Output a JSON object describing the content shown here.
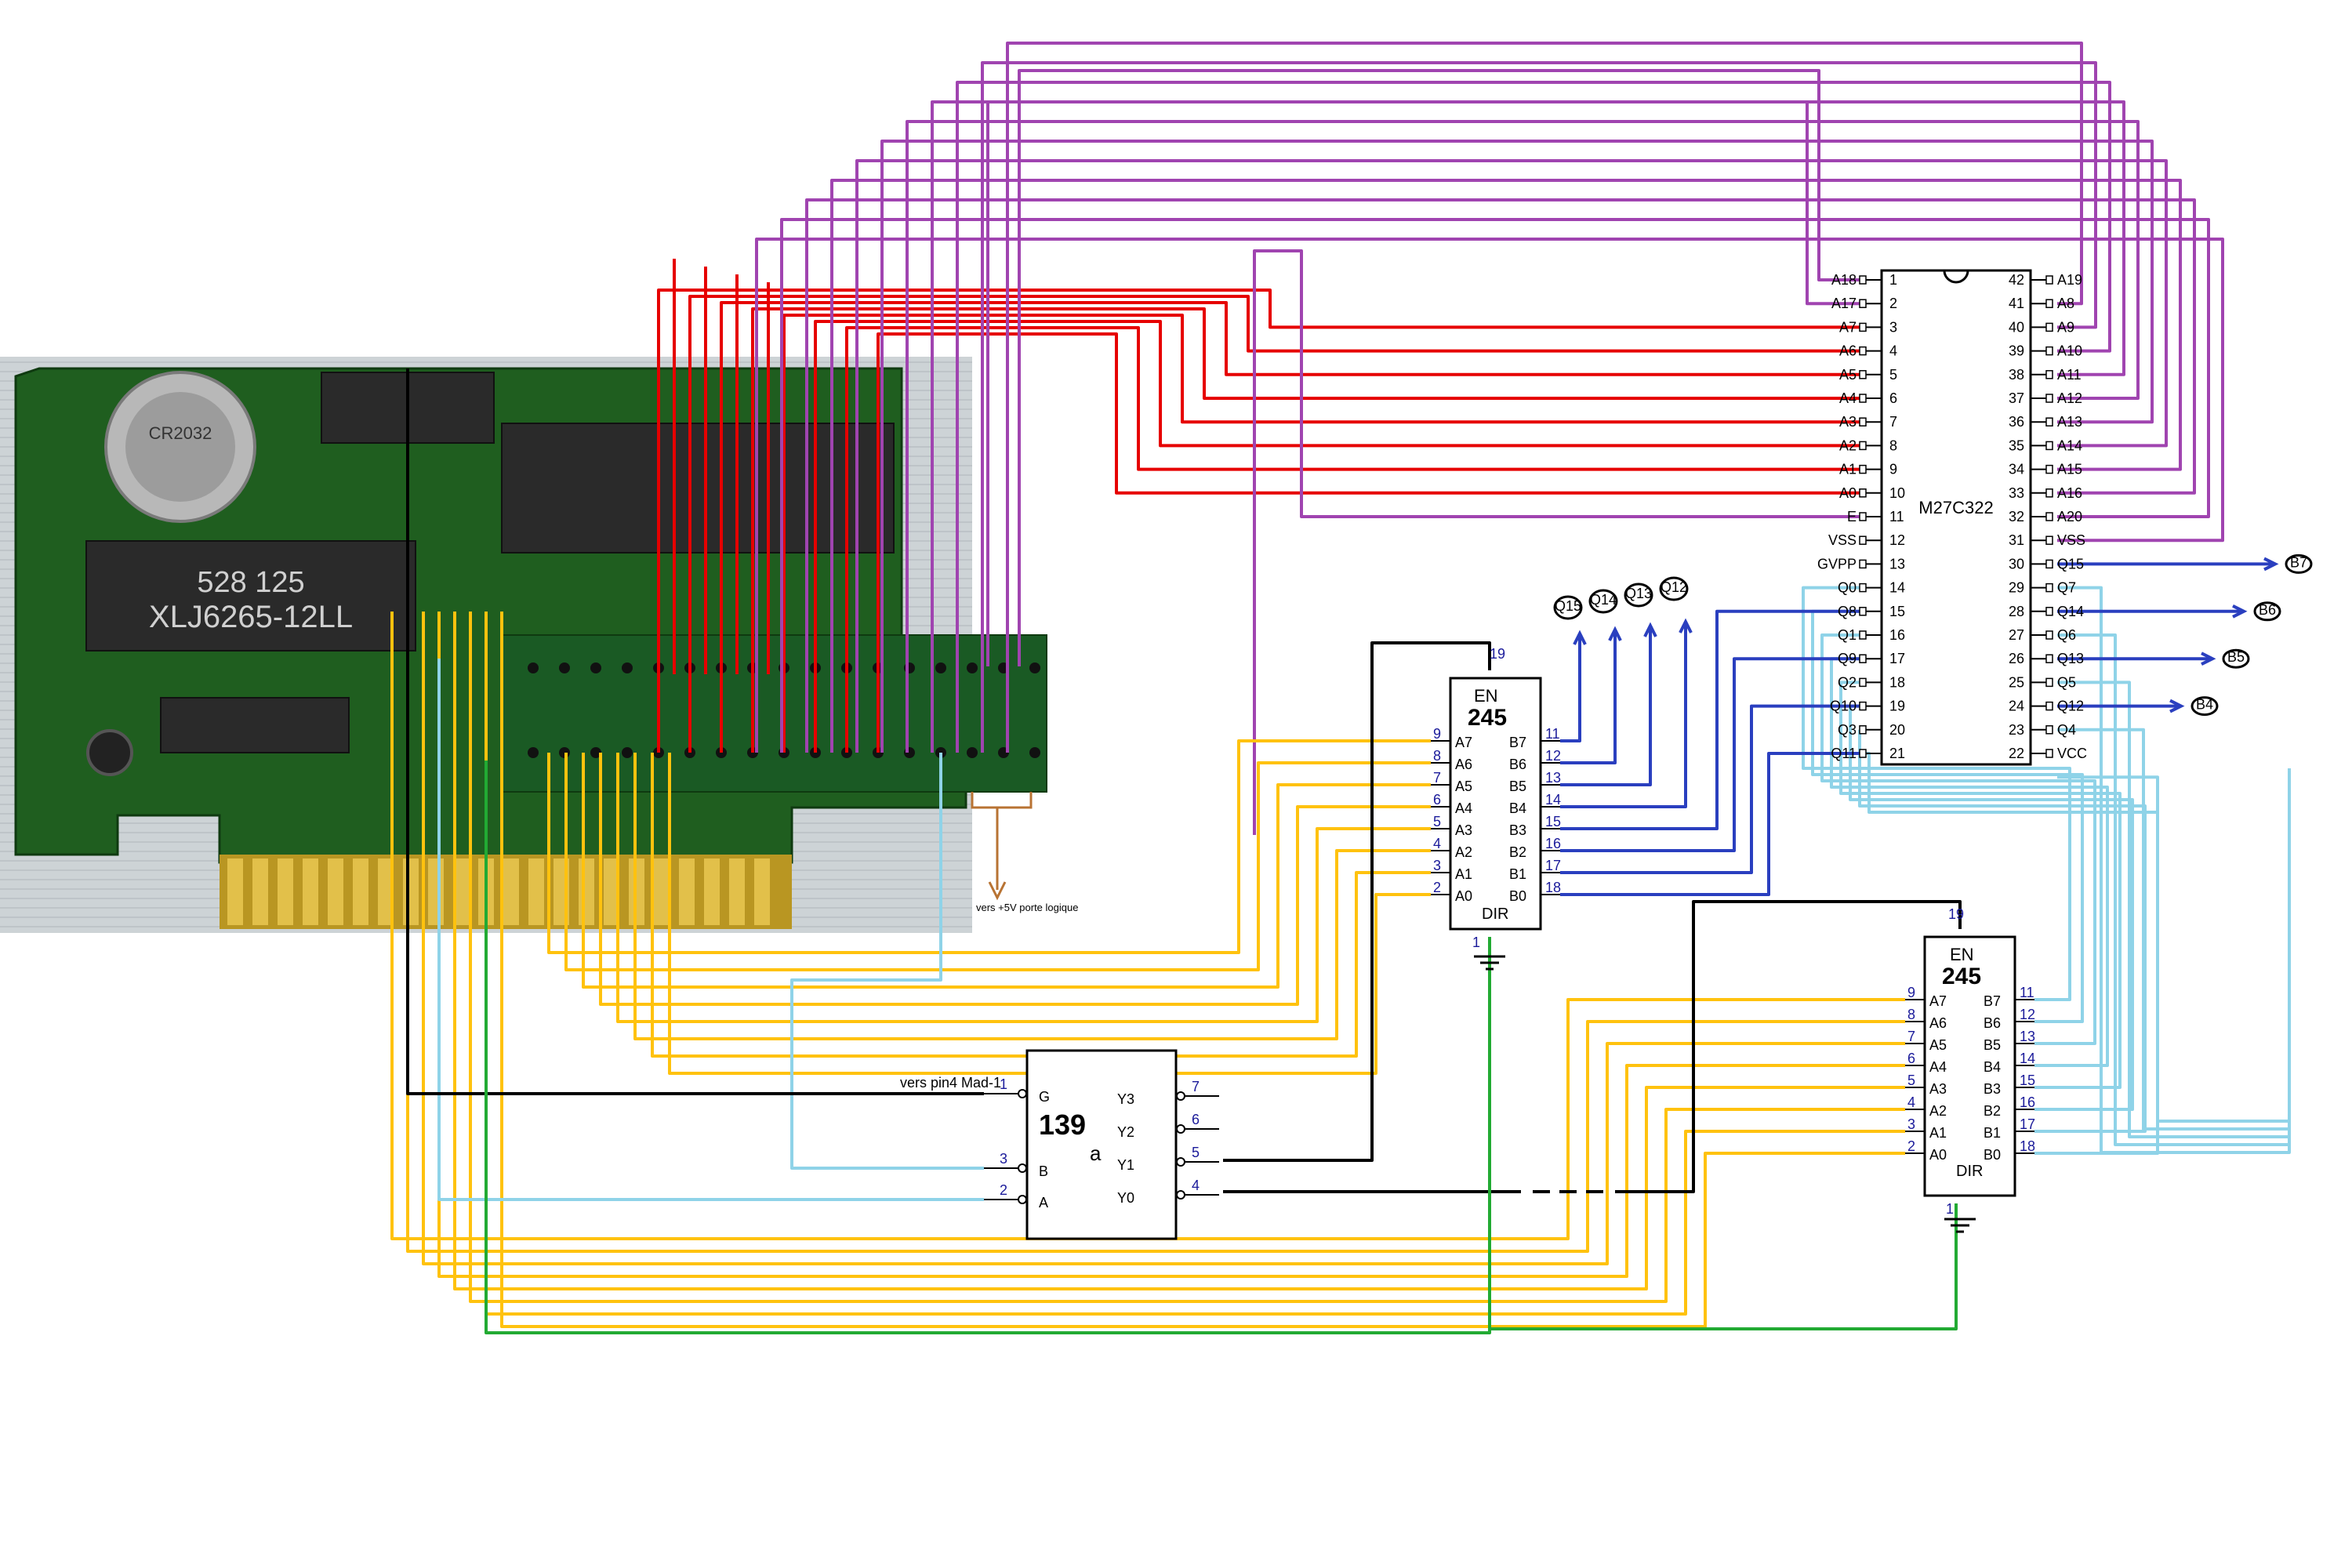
{
  "colors": {
    "address_wires": "#e60000",
    "rom_upper_wires": "#a044b0",
    "data_wires": "#ffc20e",
    "control_wires": "#8fd3e8",
    "output_wires": "#2a3fbf",
    "ground_wires": "#22aa33",
    "enable_wires": "#000000",
    "power_wire": "#b87333",
    "pcb_green": "#1f5e1f"
  },
  "cartridge": {
    "chip_marking_1": "XLJ6265-12LL",
    "chip_marking_2": "528 125",
    "battery_label": "CR2032",
    "power_note": "vers +5V porte logique"
  },
  "decoder": {
    "chip": "139",
    "suffix": "a",
    "pins_left": [
      {
        "name": "G",
        "num": "1",
        "note": "vers pin4 Mad-1"
      },
      {
        "name": "B",
        "num": "3"
      },
      {
        "name": "A",
        "num": "2"
      }
    ],
    "pins_right": [
      {
        "name": "Y3",
        "num": "7"
      },
      {
        "name": "Y2",
        "num": "6"
      },
      {
        "name": "Y1",
        "num": "5"
      },
      {
        "name": "Y0",
        "num": "4"
      }
    ]
  },
  "buffer_upper": {
    "chip": "245",
    "en_label": "EN",
    "en_pin": "19",
    "dir_label": "DIR",
    "dir_pin": "1",
    "a_pins": [
      [
        "A7",
        "9"
      ],
      [
        "A6",
        "8"
      ],
      [
        "A5",
        "7"
      ],
      [
        "A4",
        "6"
      ],
      [
        "A3",
        "5"
      ],
      [
        "A2",
        "4"
      ],
      [
        "A1",
        "3"
      ],
      [
        "A0",
        "2"
      ]
    ],
    "b_pins": [
      [
        "B7",
        "11"
      ],
      [
        "B6",
        "12"
      ],
      [
        "B5",
        "13"
      ],
      [
        "B4",
        "14"
      ],
      [
        "B3",
        "15"
      ],
      [
        "B2",
        "16"
      ],
      [
        "B1",
        "17"
      ],
      [
        "B0",
        "18"
      ]
    ]
  },
  "buffer_lower": {
    "chip": "245",
    "en_label": "EN",
    "en_pin": "19",
    "dir_label": "DIR",
    "dir_pin": "1",
    "a_pins": [
      [
        "A7",
        "9"
      ],
      [
        "A6",
        "8"
      ],
      [
        "A5",
        "7"
      ],
      [
        "A4",
        "6"
      ],
      [
        "A3",
        "5"
      ],
      [
        "A2",
        "4"
      ],
      [
        "A1",
        "3"
      ],
      [
        "A0",
        "2"
      ]
    ],
    "b_pins": [
      [
        "B7",
        "11"
      ],
      [
        "B6",
        "12"
      ],
      [
        "B5",
        "13"
      ],
      [
        "B4",
        "14"
      ],
      [
        "B3",
        "15"
      ],
      [
        "B2",
        "16"
      ],
      [
        "B1",
        "17"
      ],
      [
        "B0",
        "18"
      ]
    ]
  },
  "rom": {
    "chip": "M27C322",
    "left_pins": [
      [
        "A18",
        "1"
      ],
      [
        "A17",
        "2"
      ],
      [
        "A7",
        "3"
      ],
      [
        "A6",
        "4"
      ],
      [
        "A5",
        "5"
      ],
      [
        "A4",
        "6"
      ],
      [
        "A3",
        "7"
      ],
      [
        "A2",
        "8"
      ],
      [
        "A1",
        "9"
      ],
      [
        "A0",
        "10"
      ],
      [
        "E",
        "11"
      ],
      [
        "VSS",
        "12"
      ],
      [
        "GVPP",
        "13"
      ],
      [
        "Q0",
        "14"
      ],
      [
        "Q8",
        "15"
      ],
      [
        "Q1",
        "16"
      ],
      [
        "Q9",
        "17"
      ],
      [
        "Q2",
        "18"
      ],
      [
        "Q10",
        "19"
      ],
      [
        "Q3",
        "20"
      ],
      [
        "Q11",
        "21"
      ]
    ],
    "right_pins": [
      [
        "A19",
        "42"
      ],
      [
        "A8",
        "41"
      ],
      [
        "A9",
        "40"
      ],
      [
        "A10",
        "39"
      ],
      [
        "A11",
        "38"
      ],
      [
        "A12",
        "37"
      ],
      [
        "A13",
        "36"
      ],
      [
        "A14",
        "35"
      ],
      [
        "A15",
        "34"
      ],
      [
        "A16",
        "33"
      ],
      [
        "A20",
        "32"
      ],
      [
        "VSS",
        "31"
      ],
      [
        "Q15",
        "30"
      ],
      [
        "Q7",
        "29"
      ],
      [
        "Q14",
        "28"
      ],
      [
        "Q6",
        "27"
      ],
      [
        "Q13",
        "26"
      ],
      [
        "Q5",
        "25"
      ],
      [
        "Q12",
        "24"
      ],
      [
        "Q4",
        "23"
      ],
      [
        "VCC",
        "22"
      ]
    ]
  },
  "out_tags_rom": [
    "B7",
    "B6",
    "B5",
    "B4"
  ],
  "out_tags_buffer": [
    "Q15",
    "Q14",
    "Q13",
    "Q12"
  ]
}
